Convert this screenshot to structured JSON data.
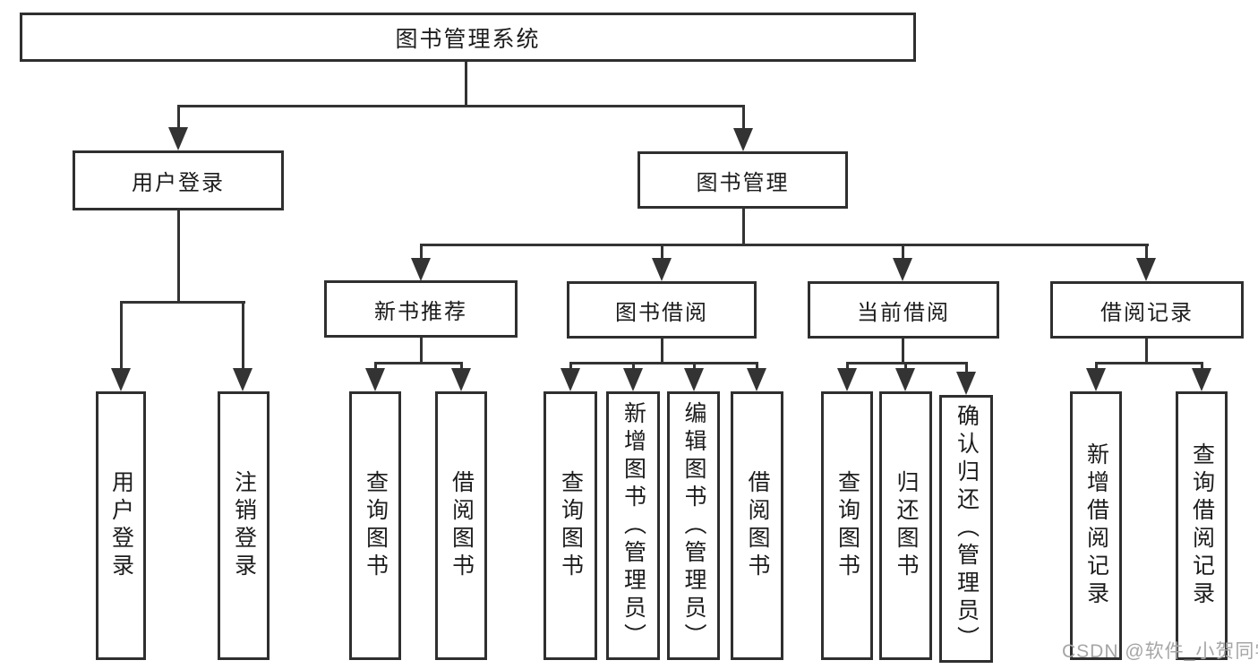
{
  "nodes": {
    "root": "图书管理系统",
    "user_login": {
      "label": "用户登录",
      "children": [
        "用户登录",
        "注销登录"
      ]
    },
    "book_mgmt": {
      "label": "图书管理"
    },
    "new_book_recommend": {
      "label": "新书推荐",
      "children": [
        "查询图书",
        "借阅图书"
      ]
    },
    "book_borrow": {
      "label": "图书借阅",
      "children": [
        "查询图书",
        "新增图书（管理员）",
        "编辑图书（管理员）",
        "借阅图书"
      ]
    },
    "current_borrow": {
      "label": "当前借阅",
      "children": [
        "查询图书",
        "归还图书",
        "确认归还（管理员）"
      ]
    },
    "borrow_records": {
      "label": "借阅记录",
      "children": [
        "新增借阅记录",
        "查询借阅记录"
      ]
    },
    "watermark": "CSDN @软件_小贺同学"
  },
  "colors": {
    "line": "#333333",
    "border": "#2f2f2f",
    "text": "#1c1c1c",
    "watermark": "#a6a6a6",
    "background": "#ffffff"
  }
}
